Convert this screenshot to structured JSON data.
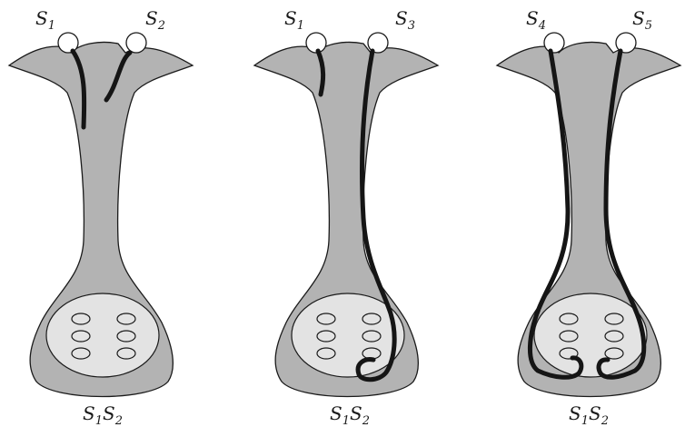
{
  "colors": {
    "pistil": "#b3b3b3",
    "ovary": "#e3e3e3",
    "outline": "#1a1a1a",
    "pollen_tube": "#151515",
    "pollen_grain": "#ffffff"
  },
  "panels": [
    {
      "pollen_left": {
        "letter": "S",
        "sub": "1"
      },
      "pollen_right": {
        "letter": "S",
        "sub": "2"
      },
      "genotype": [
        {
          "letter": "S",
          "sub": "1"
        },
        {
          "letter": "S",
          "sub": "2"
        }
      ]
    },
    {
      "pollen_left": {
        "letter": "S",
        "sub": "1"
      },
      "pollen_right": {
        "letter": "S",
        "sub": "3"
      },
      "genotype": [
        {
          "letter": "S",
          "sub": "1"
        },
        {
          "letter": "S",
          "sub": "2"
        }
      ]
    },
    {
      "pollen_left": {
        "letter": "S",
        "sub": "4"
      },
      "pollen_right": {
        "letter": "S",
        "sub": "5"
      },
      "genotype": [
        {
          "letter": "S",
          "sub": "1"
        },
        {
          "letter": "S",
          "sub": "2"
        }
      ]
    }
  ]
}
